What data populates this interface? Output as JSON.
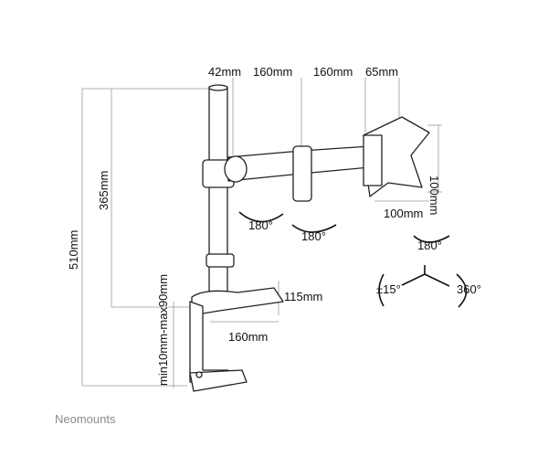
{
  "dimensions": {
    "top_42": "42mm",
    "top_160a": "160mm",
    "top_160b": "160mm",
    "top_65": "65mm",
    "vesa_height": "100mm",
    "vesa_width": "100mm",
    "total_height": "510mm",
    "pole_height": "365mm",
    "desk_range": "min10mm-max90mm",
    "clamp_depth": "115mm",
    "clamp_width": "160mm"
  },
  "rotations": {
    "joint1": "180°",
    "joint2": "180°",
    "pivot": "180°",
    "tilt": "±15°",
    "rotate": "360°"
  },
  "brand": "Neomounts",
  "colors": {
    "line": "#222222",
    "dim": "#555555",
    "arrow": "#111111",
    "brand": "#8a8a8a"
  }
}
